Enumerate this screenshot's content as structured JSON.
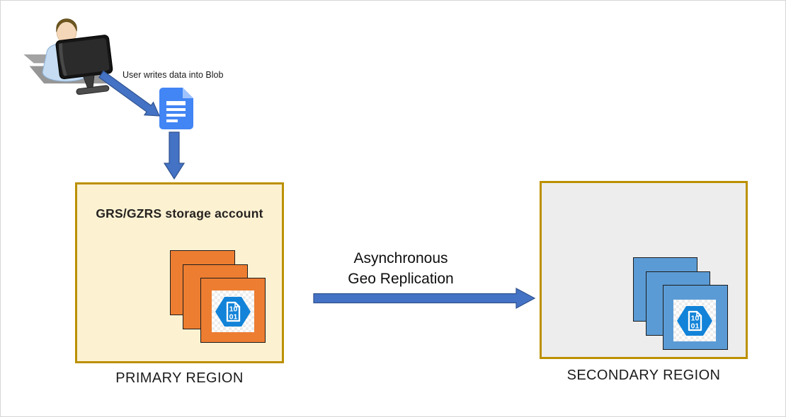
{
  "diagram": {
    "user": {
      "caption": "User writes data into Blob",
      "icon": "user-at-computer-icon"
    },
    "blob_document": {
      "icon": "blob-document-icon"
    },
    "arrows": {
      "user_to_blob": "diagonal-arrow-icon",
      "blob_to_primary": "down-arrow-icon",
      "geo_replication": "right-arrow-icon"
    },
    "primary": {
      "title": "GRS/GZRS storage account",
      "region_label": "PRIMARY REGION",
      "stack_icon": "stacked-blobs-orange-icon"
    },
    "secondary": {
      "region_label": "SECONDARY REGION",
      "stack_icon": "stacked-blobs-blue-icon"
    },
    "replication": {
      "line1": "Asynchronous",
      "line2": "Geo Replication"
    },
    "blob_icon": {
      "name": "binary-blob-hexagon-icon",
      "line1": "10",
      "line2": "01"
    },
    "colors": {
      "region_border": "#BC9000",
      "primary_fill": "#FCF2D2",
      "secondary_fill": "#EDEDED",
      "primary_square": "#ED7D31",
      "secondary_square": "#5B9BD5",
      "arrow_fill": "#4472C4",
      "arrow_outline": "#2F528F",
      "document_blue": "#4285F4",
      "hexagon_blue": "#1283D8"
    }
  }
}
